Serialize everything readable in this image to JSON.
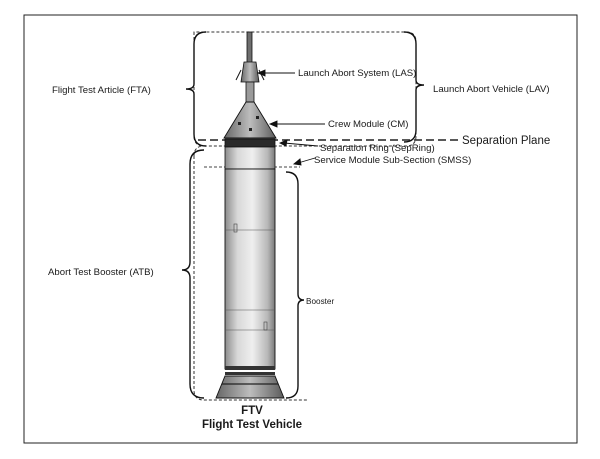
{
  "labels": {
    "fta": "Flight Test Article (FTA)",
    "atb": "Abort Test Booster (ATB)",
    "las": "Launch Abort System (LAS)",
    "lav": "Launch Abort Vehicle (LAV)",
    "cm": "Crew Module (CM)",
    "separation_plane": "Separation Plane",
    "sepring": "Separation Ring (SepRing)",
    "smss": "Service Module Sub-Section (SMSS)",
    "booster": "Booster"
  },
  "title": {
    "line1": "FTV",
    "line2": "Flight Test Vehicle"
  },
  "colors": {
    "line": "#111111",
    "dash": "#333333",
    "booster_fill": "#dcdcdc"
  }
}
